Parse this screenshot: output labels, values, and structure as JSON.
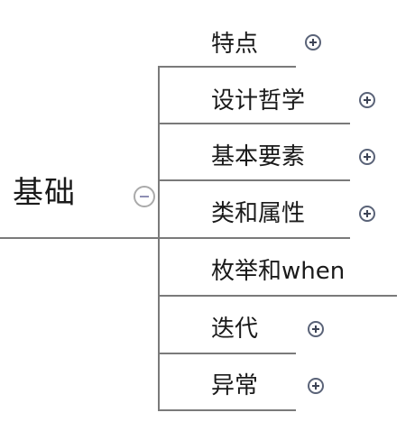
{
  "mindmap": {
    "root": {
      "label": "基础",
      "collapse_icon": "minus-circle-icon"
    },
    "branches": [
      {
        "label": "特点",
        "expand_icon": "plus-circle-icon",
        "collapsed": true
      },
      {
        "label": "设计哲学",
        "expand_icon": "plus-circle-icon",
        "collapsed": true
      },
      {
        "label": "基本要素",
        "expand_icon": "plus-circle-icon",
        "collapsed": true
      },
      {
        "label": "类和属性",
        "expand_icon": "plus-circle-icon",
        "collapsed": true
      },
      {
        "label": "枚举和when",
        "collapsed": false
      },
      {
        "label": "迭代",
        "expand_icon": "plus-circle-icon",
        "collapsed": true
      },
      {
        "label": "异常",
        "expand_icon": "plus-circle-icon",
        "collapsed": true
      }
    ]
  },
  "colors": {
    "connector": "#7a7a7a",
    "expand_icon": "#5a6378",
    "collapse_icon_border": "#aaaaaa",
    "collapse_icon_mark": "#8e8fb4",
    "text": "#1a1a1a",
    "background": "#ffffff"
  }
}
